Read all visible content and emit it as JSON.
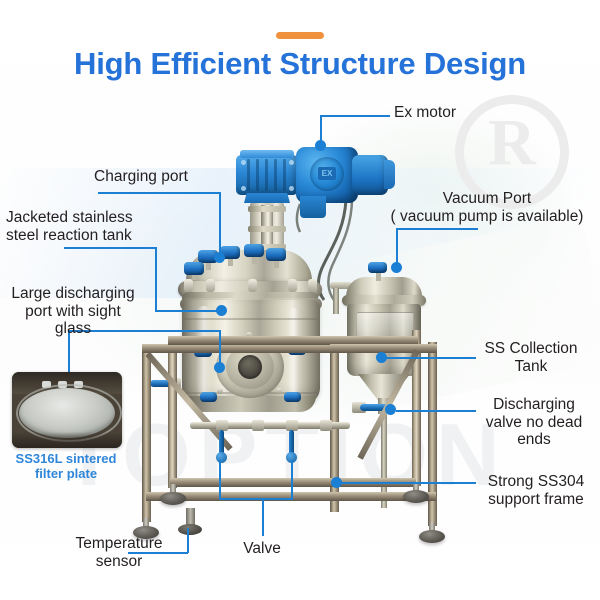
{
  "header": {
    "title": "High Efficient Structure Design",
    "accent_color": "#f0913e",
    "title_color": "#2572d8"
  },
  "theme": {
    "leader_line_color": "#1b7fd4",
    "label_text_color": "#231f20",
    "caption_color": "#2f86d9",
    "background": "#ffffff"
  },
  "watermarks": {
    "brand_text": "TOPTION",
    "registered_mark": "R"
  },
  "callouts": [
    {
      "id": "charging-port",
      "label": "Charging port"
    },
    {
      "id": "jacketed-tank",
      "label": "Jacketed stainless\nsteel reaction tank",
      "line1": "Jacketed stainless",
      "line2": "steel reaction tank"
    },
    {
      "id": "large-discharging-port",
      "label": "Large discharging port with sight glass",
      "line1": "Large discharging",
      "line2": "port with sight",
      "line3": "glass"
    },
    {
      "id": "ex-motor",
      "label": "Ex motor"
    },
    {
      "id": "vacuum-port",
      "label": "Vacuum Port ( vacuum pump is available)",
      "line1": "Vacuum Port",
      "line2": "( vacuum pump is available)"
    },
    {
      "id": "ss-collection-tank",
      "label": "SS Collection Tank",
      "line1": "SS Collection",
      "line2": "Tank"
    },
    {
      "id": "discharging-valve",
      "label": "Discharging valve no dead ends",
      "line1": "Discharging",
      "line2": "valve no dead",
      "line3": "ends"
    },
    {
      "id": "support-frame",
      "label": "Strong SS304 support frame",
      "line1": "Strong SS304",
      "line2": "support frame"
    },
    {
      "id": "temperature-sensor",
      "label": "Temperature sensor",
      "line1": "Temperature",
      "line2": "sensor"
    },
    {
      "id": "valve",
      "label": "Valve"
    }
  ],
  "inset": {
    "caption_line1": "SS316L sintered",
    "caption_line2": "filter plate"
  },
  "equipment": {
    "motor_badge": "EX"
  }
}
